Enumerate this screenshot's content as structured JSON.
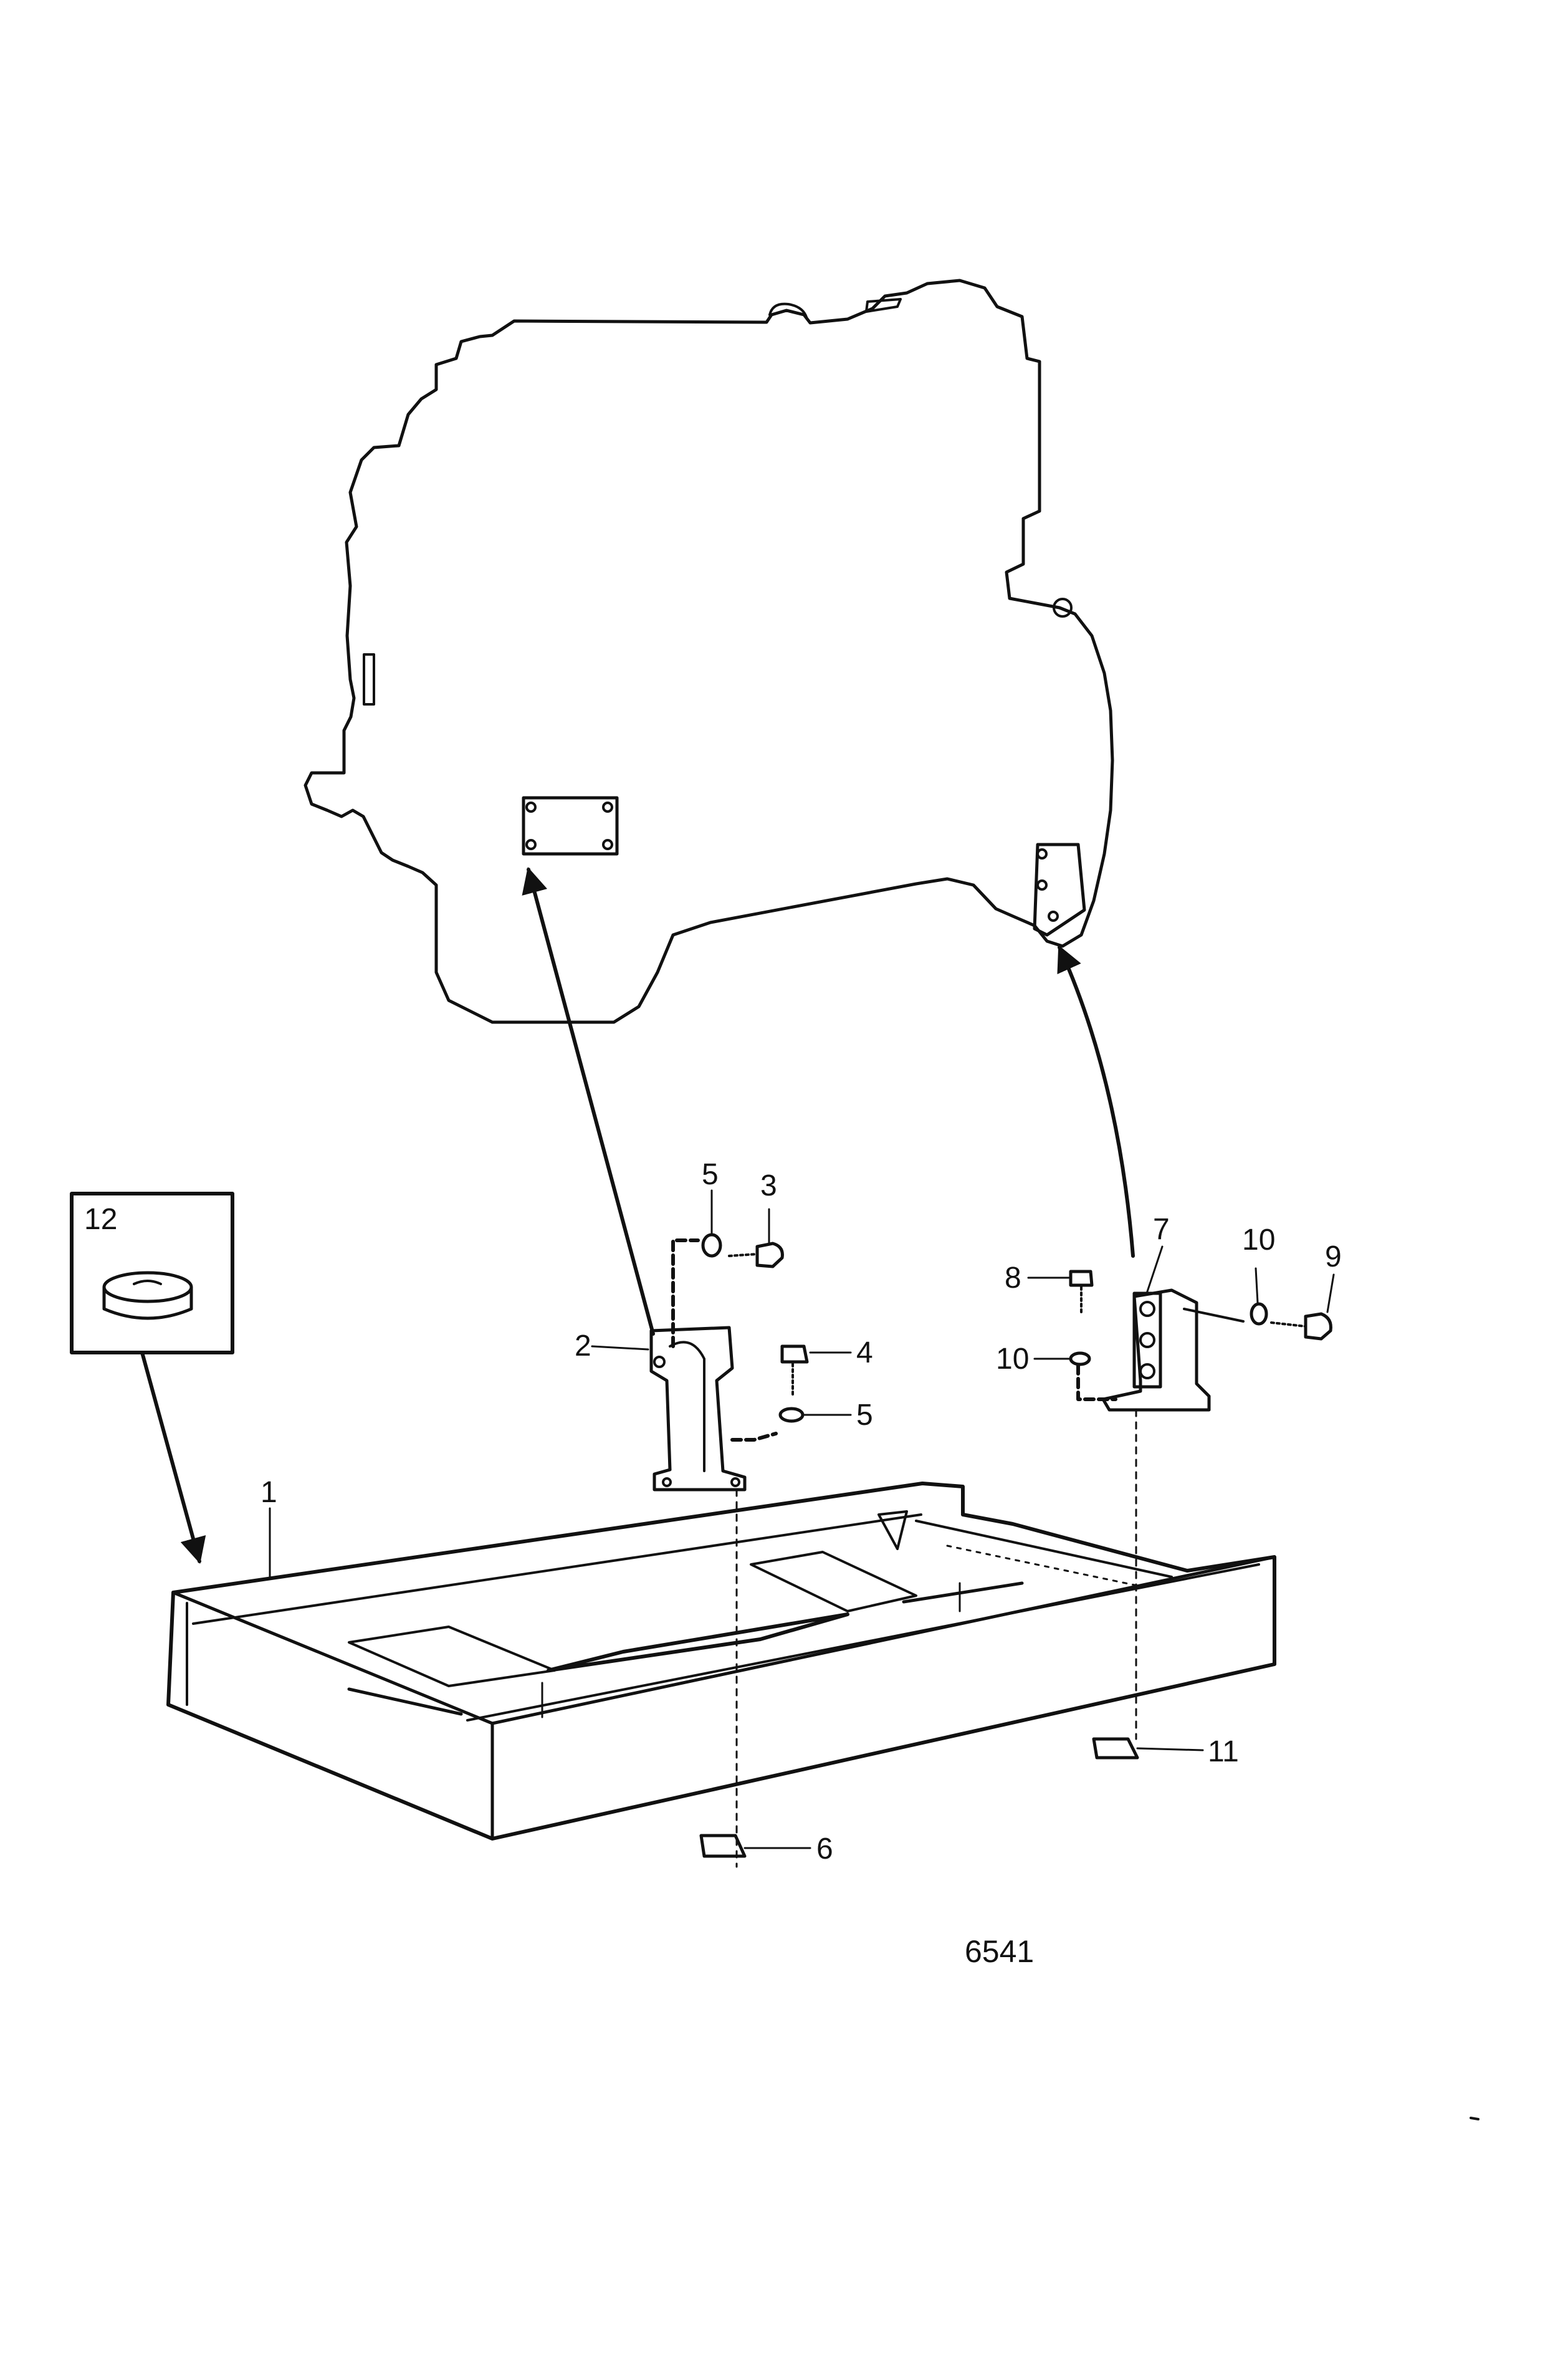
{
  "callouts": [
    {
      "id": "c1",
      "text": "1"
    },
    {
      "id": "c2",
      "text": "2"
    },
    {
      "id": "c3",
      "text": "3"
    },
    {
      "id": "c4",
      "text": "4"
    },
    {
      "id": "c5a",
      "text": "5"
    },
    {
      "id": "c5b",
      "text": "5"
    },
    {
      "id": "c6",
      "text": "6"
    },
    {
      "id": "c7",
      "text": "7"
    },
    {
      "id": "c8",
      "text": "8"
    },
    {
      "id": "c9",
      "text": "9"
    },
    {
      "id": "c10a",
      "text": "10"
    },
    {
      "id": "c10b",
      "text": "10"
    },
    {
      "id": "c11",
      "text": "11"
    },
    {
      "id": "c12",
      "text": "12"
    }
  ],
  "figure_number": "6541",
  "colors": {
    "ink": "#111111",
    "background": "#ffffff"
  }
}
